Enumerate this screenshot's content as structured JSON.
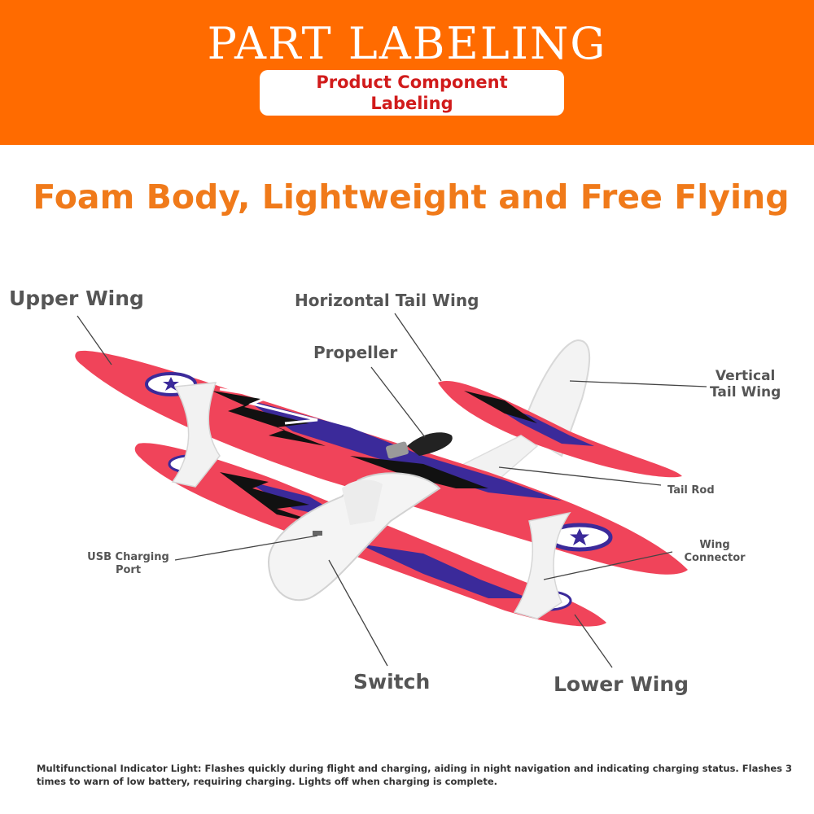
{
  "header": {
    "title": "PART LABELING",
    "subtitle": "Product Component Labeling",
    "background_color": "#ff6b00",
    "subtitle_color": "#d11b1b"
  },
  "headline": "Foam Body, Lightweight and Free Flying",
  "headline_color": "#f07a1a",
  "labels": {
    "upper_wing": "Upper Wing",
    "horizontal_tail_wing": "Horizontal Tail Wing",
    "propeller": "Propeller",
    "vertical_tail_wing_line1": "Vertical",
    "vertical_tail_wing_line2": "Tail Wing",
    "tail_rod": "Tail Rod",
    "usb_port_line1": "USB Charging",
    "usb_port_line2": "Port",
    "wing_connector_line1": "Wing",
    "wing_connector_line2": "Connector",
    "switch": "Switch",
    "lower_wing": "Lower Wing"
  },
  "footer_note": "Multifunctional Indicator Light: Flashes quickly during flight and charging, aiding in night navigation and indicating charging status. Flashes 3 times to warn of low battery, requiring charging. Lights off when charging is complete.",
  "colors": {
    "wing_red": "#f0445a",
    "wing_blue": "#3b2a9a",
    "foam_white": "#f2f2f2",
    "label_gray": "#555555"
  }
}
